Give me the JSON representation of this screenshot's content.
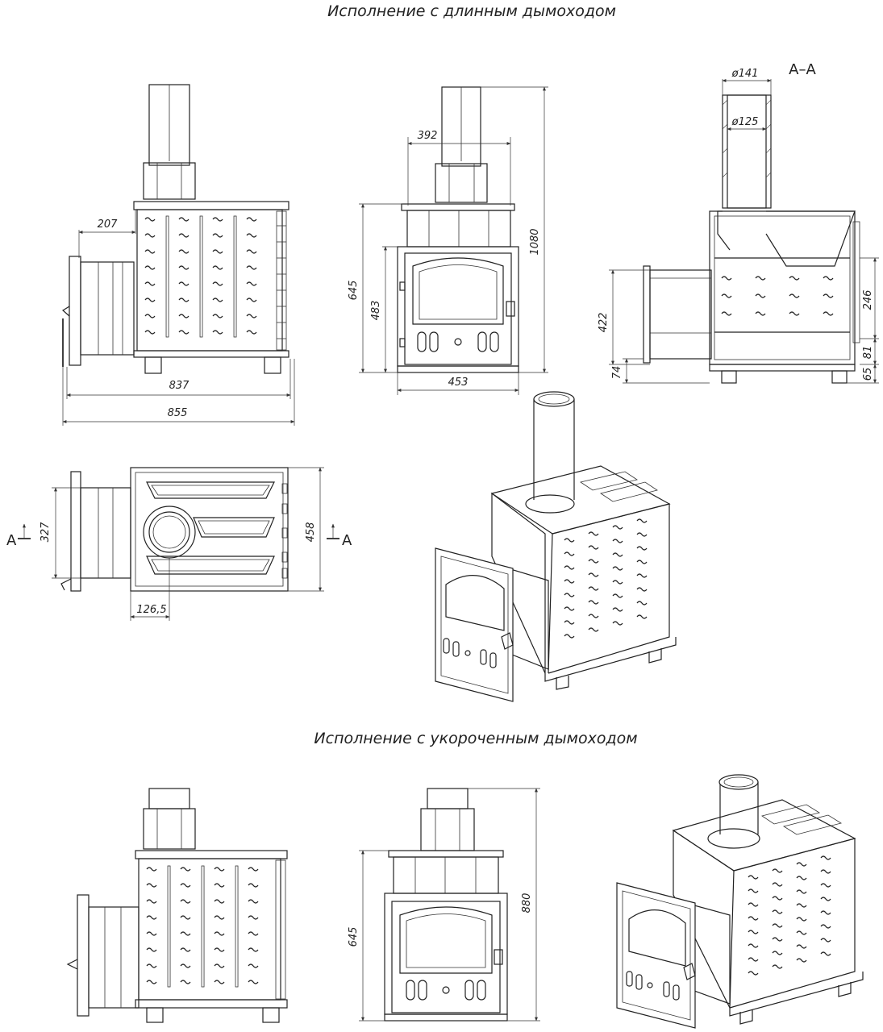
{
  "titles": {
    "long_chimney": "Исполнение с длинным дымоходом",
    "short_chimney": "Исполнение с укороченным дымоходом"
  },
  "section_label": "А–А",
  "section_mark": "А",
  "dimensions": {
    "side_chimney_offset": "207",
    "side_body_length": "837",
    "side_total_length": "855",
    "front_chimney_width": "392",
    "front_body_height": "645",
    "front_door_height": "483",
    "front_total_height": "1080",
    "front_width": "453",
    "sec_outer_diameter": "ø141",
    "sec_inner_diameter": "ø125",
    "sec_firebox_height": "422",
    "sec_base_height": "74",
    "sec_upper": "246",
    "sec_middle": "81",
    "sec_bottom": "65",
    "plan_tunnel_width": "327",
    "plan_depth": "458",
    "plan_offset": "126,5",
    "short_body_height": "645",
    "short_total_height": "880"
  }
}
